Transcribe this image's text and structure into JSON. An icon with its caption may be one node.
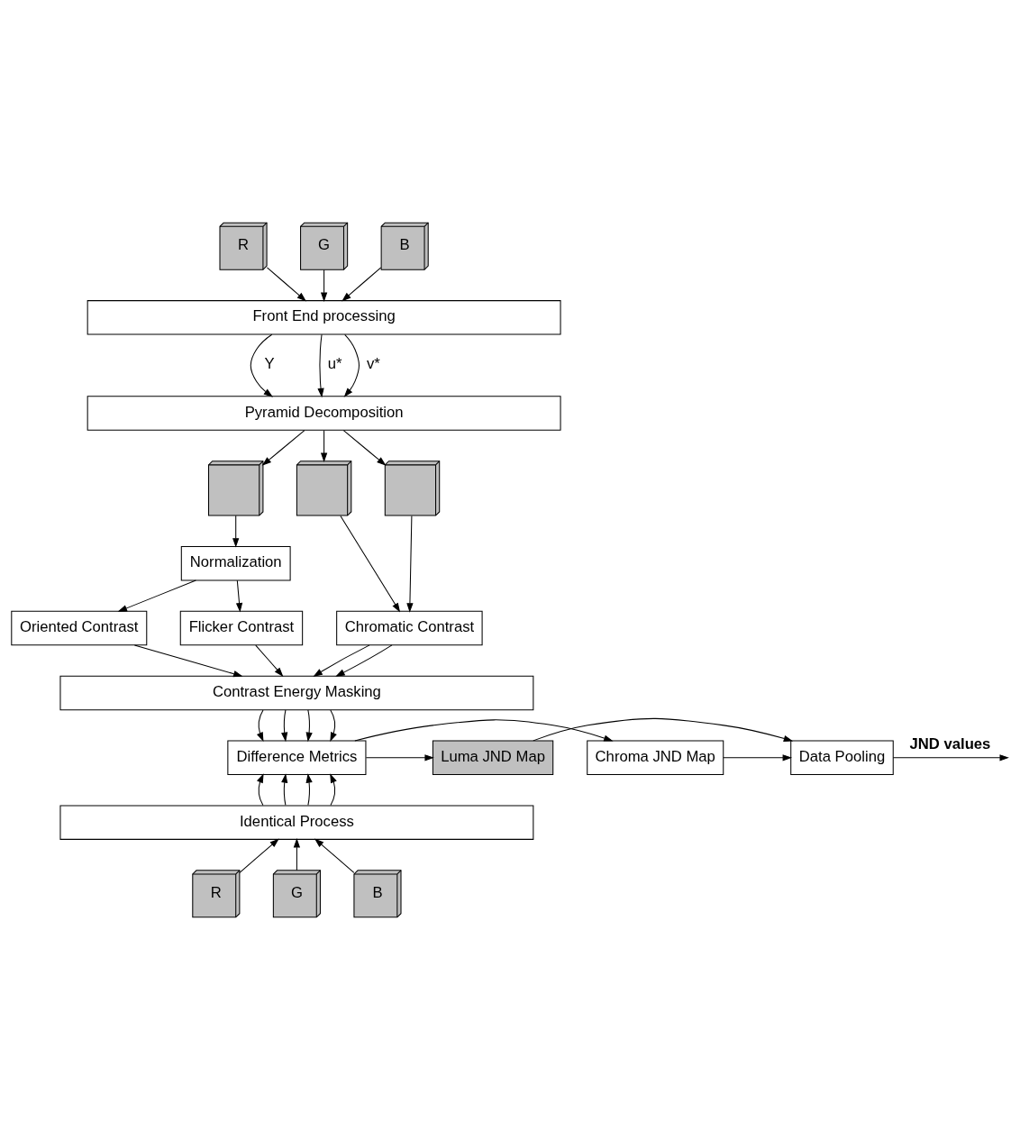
{
  "diagram": {
    "nodes": [
      {
        "text": [
          "R"
        ]
      },
      {
        "text": [
          "G"
        ]
      },
      {
        "text": [
          "B"
        ]
      },
      {
        "text": [
          "Front End processing"
        ]
      },
      {
        "text": [
          "Pyramid Decomposition"
        ]
      },
      {
        "text": [],
        "shape": "box"
      },
      {
        "text": [],
        "shape": "box"
      },
      {
        "text": [],
        "shape": "box"
      },
      {
        "text": [
          "Normalization"
        ]
      },
      {
        "text": [
          "Oriented Contrast"
        ]
      },
      {
        "text": [
          "Flicker Contrast"
        ]
      },
      {
        "text": [
          "Chromatic Contrast"
        ]
      },
      {
        "text": [
          "Contrast Energy Masking"
        ]
      },
      {
        "text": [
          "Difference Metrics"
        ]
      },
      {
        "text": [
          "Chroma JND Map"
        ]
      },
      {
        "text": [
          "Luma JND Map"
        ]
      },
      {
        "text": [
          "Data Pooling"
        ]
      },
      {
        "text": [
          "Identical Process"
        ]
      },
      {
        "text": [
          "R"
        ]
      },
      {
        "text": [
          "G"
        ]
      },
      {
        "text": [
          "B"
        ]
      }
    ],
    "edges": [
      {
        "from": 0,
        "to": 3,
        "arrow": "to"
      },
      {
        "from": 1,
        "to": 3,
        "arrow": "to"
      },
      {
        "from": 2,
        "to": 3,
        "arrow": "to"
      },
      {
        "from": 3,
        "to": 4,
        "arrow": "to",
        "label": "Y"
      },
      {
        "from": 3,
        "to": 4,
        "arrow": "to",
        "label": "u*"
      },
      {
        "from": 3,
        "to": 4,
        "arrow": "to",
        "label": "v*"
      },
      {
        "from": 4,
        "to": 5,
        "arrow": "to"
      },
      {
        "from": 4,
        "to": 6,
        "arrow": "to"
      },
      {
        "from": 4,
        "to": 7,
        "arrow": "to"
      },
      {
        "from": 5,
        "to": 8,
        "arrow": "to"
      },
      {
        "from": 8,
        "to": 9,
        "arrow": "to"
      },
      {
        "from": 8,
        "to": 10,
        "arrow": "to"
      },
      {
        "from": 6,
        "to": 11,
        "arrow": "to"
      },
      {
        "from": 7,
        "to": 11,
        "arrow": "to"
      },
      {
        "from": 9,
        "to": 12,
        "arrow": "to"
      },
      {
        "from": 10,
        "to": 12,
        "arrow": "to"
      },
      {
        "from": 11,
        "to": 12,
        "arrow": "to"
      },
      {
        "from": 11,
        "to": 12,
        "arrow": "to"
      },
      {
        "from": 12,
        "to": 13,
        "arrow": "to"
      },
      {
        "from": 12,
        "to": 13,
        "arrow": "to"
      },
      {
        "from": 12,
        "to": 13,
        "arrow": "to"
      },
      {
        "from": 12,
        "to": 13,
        "arrow": "to"
      },
      {
        "from": 17,
        "to": 13,
        "arrow": "to"
      },
      {
        "from": 17,
        "to": 13,
        "arrow": "to"
      },
      {
        "from": 17,
        "to": 13,
        "arrow": "to"
      },
      {
        "from": 17,
        "to": 13,
        "arrow": "to"
      },
      {
        "from": 13,
        "to": 14,
        "arrow": "to"
      },
      {
        "from": 13,
        "to": 15,
        "arrow": "to"
      },
      {
        "from": 14,
        "to": 16,
        "arrow": "to"
      },
      {
        "from": 15,
        "to": 16,
        "arrow": "to"
      },
      {
        "from": 16,
        "to": null,
        "arrow": "to",
        "label": "JND values"
      },
      {
        "from": 18,
        "to": 17,
        "arrow": "to"
      },
      {
        "from": 19,
        "to": 17,
        "arrow": "to"
      },
      {
        "from": 20,
        "to": 17,
        "arrow": "to"
      }
    ]
  }
}
